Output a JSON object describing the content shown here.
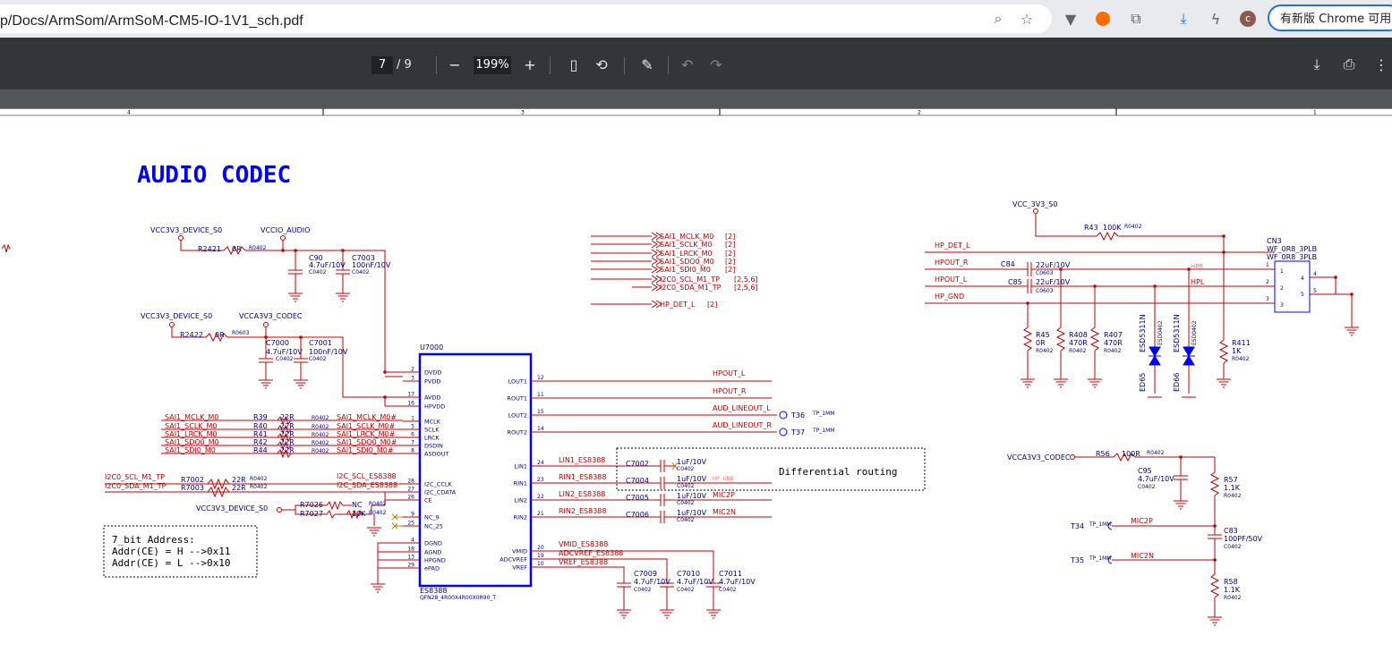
{
  "browser": {
    "url": "p/Docs/ArmSom/ArmSoM-CM5-IO-1V1_sch.pdf",
    "update_label": "有新版 Chrome 可用",
    "profile_initial": "c",
    "icons": [
      "zoom-icon",
      "bookmark-star-icon",
      "vivaldi-icon",
      "extension-orange-icon",
      "extensions-puzzle-icon",
      "download-icon",
      "bolt-icon",
      "profile-avatar-icon"
    ]
  },
  "pdf": {
    "page_current": "7",
    "page_total": "/ 9",
    "zoom": "199%",
    "icons": [
      "zoom-out-icon",
      "zoom-in-icon",
      "fit-page-icon",
      "rotate-icon",
      "annotate-icon",
      "undo-icon",
      "redo-icon",
      "download-icon",
      "print-icon",
      "more-icon"
    ]
  },
  "schematic": {
    "title": "AUDIO CODEC",
    "border_labels": [
      "4",
      "3",
      "2",
      "1"
    ],
    "power": {
      "vcc3v3_device_s0": "VCC3V3_DEVICE_S0",
      "vccio_audio": "VCCIO_AUDIO",
      "vcca3v3_codec": "VCCA3V3_CODEC",
      "vcc_3v3_s0": "VCC_3V3_S0"
    },
    "ic": {
      "ref": "U7000",
      "part": "ES8388",
      "footprint": "QFN28_4R00X4R00X0R90_T",
      "left_pins": [
        {
          "num": "2",
          "name": "DVDD"
        },
        {
          "num": "3",
          "name": "PVDD"
        },
        {
          "num": "17",
          "name": "AVDD"
        },
        {
          "num": "16",
          "name": "HPVDD"
        },
        {
          "num": "1",
          "name": "MCLK"
        },
        {
          "num": "5",
          "name": "SCLK"
        },
        {
          "num": "6",
          "name": "LRCK"
        },
        {
          "num": "7",
          "name": "DSDIN"
        },
        {
          "num": "8",
          "name": "ASDOUT"
        },
        {
          "num": "28",
          "name": "I2C_CCLK"
        },
        {
          "num": "27",
          "name": "I2C_CDATA"
        },
        {
          "num": "26",
          "name": "CE"
        },
        {
          "num": "9",
          "name": "NC_9"
        },
        {
          "num": "25",
          "name": "NC_25"
        },
        {
          "num": "4",
          "name": "DGND"
        },
        {
          "num": "18",
          "name": "AGND"
        },
        {
          "num": "13",
          "name": "HPGND"
        },
        {
          "num": "29",
          "name": "ePAD"
        }
      ],
      "right_pins": [
        {
          "num": "12",
          "name": "LOUT1"
        },
        {
          "num": "11",
          "name": "ROUT1"
        },
        {
          "num": "15",
          "name": "LOUT2"
        },
        {
          "num": "14",
          "name": "ROUT2"
        },
        {
          "num": "24",
          "name": "LIN1"
        },
        {
          "num": "23",
          "name": "RIN1"
        },
        {
          "num": "22",
          "name": "LIN2"
        },
        {
          "num": "21",
          "name": "RIN2"
        },
        {
          "num": "20",
          "name": "VMID"
        },
        {
          "num": "19",
          "name": "ADCVREF"
        },
        {
          "num": "10",
          "name": "VREF"
        }
      ]
    },
    "caps_top": [
      {
        "ref": "C90",
        "val": "4.7uF/10V",
        "pkg": "C0402"
      },
      {
        "ref": "C7003",
        "val": "100nF/10V",
        "pkg": "C0402"
      },
      {
        "ref": "C7000",
        "val": "4.7uF/10V",
        "pkg": "C0402"
      },
      {
        "ref": "C7001",
        "val": "100nF/10V",
        "pkg": "C0402"
      }
    ],
    "resistors": [
      {
        "ref": "R2421",
        "val": "0R",
        "pkg": "R0402"
      },
      {
        "ref": "R2422",
        "val": "0R",
        "pkg": "R0603"
      }
    ],
    "sai_nets": [
      "SAI1_MCLK_M0",
      "SAI1_SCLK_M0",
      "SAI1_LRCK_M0",
      "SAI1_SDO0_M0",
      "SAI1_SDI0_M0"
    ],
    "sai_series": [
      {
        "ref": "R39",
        "val": "22R",
        "pkg": "R0402",
        "net": "SAI1_MCLK_M0#"
      },
      {
        "ref": "R40",
        "val": "22R",
        "pkg": "R0402",
        "net": "SAI1_SCLK_M0#"
      },
      {
        "ref": "R41",
        "val": "22R",
        "pkg": "R0402",
        "net": "SAI1_LRCK_M0#"
      },
      {
        "ref": "R42",
        "val": "22R",
        "pkg": "R0402",
        "net": "SAI1_SDO0_M0#"
      },
      {
        "ref": "R44",
        "val": "22R",
        "pkg": "R0402",
        "net": "SAI1_SDI0_M0#"
      }
    ],
    "offpage": [
      {
        "net": "SAI1_MCLK_M0",
        "pages": "[2]"
      },
      {
        "net": "SAI1_SCLK_M0",
        "pages": "[2]"
      },
      {
        "net": "SAI1_LRCK_M0",
        "pages": "[2]"
      },
      {
        "net": "SAI1_SDO0_M0",
        "pages": "[2]"
      },
      {
        "net": "SAI1_SDI0_M0",
        "pages": "[2]"
      },
      {
        "net": "I2C0_SCL_M1_TP",
        "pages": "[2,5,6]"
      },
      {
        "net": "I2C0_SDA_M1_TP",
        "pages": "[2,5,6]"
      },
      {
        "net": "HP_DET_L",
        "pages": "[2]"
      }
    ],
    "i2c": {
      "scl_in": "I2C0_SCL_M1_TP",
      "sda_in": "I2C0_SDA_M1_TP",
      "r_scl": {
        "ref": "R7002",
        "val": "22R",
        "pkg": "R0402"
      },
      "r_sda": {
        "ref": "R7003",
        "val": "22R",
        "pkg": "R0402"
      },
      "scl_out": "I2C_SCL_ES8388",
      "sda_out": "I2C_SDA_ES8388"
    },
    "ce": {
      "r7026": {
        "ref": "R7026",
        "val": "NC",
        "pkg": "R0402"
      },
      "r7027": {
        "ref": "R7027",
        "val": "10K",
        "pkg": "R0402"
      }
    },
    "address_note": [
      "7_bit  Address:",
      "Addr(CE) = H -->0x11",
      "Addr(CE) = L -->0x10"
    ],
    "outputs": [
      {
        "net": "HPOUT_L"
      },
      {
        "net": "HPOUT_R"
      },
      {
        "net": "AUD_LINEOUT_L",
        "tp": "T36",
        "tp_type": "TP_1MM"
      },
      {
        "net": "AUD_LINEOUT_R",
        "tp": "T37",
        "tp_type": "TP_1MM"
      }
    ],
    "inputs": [
      {
        "net": "LIN1_ES8388",
        "cap": "C7002",
        "val": "1uF/10V",
        "pkg": "C0402",
        "far": ""
      },
      {
        "net": "RIN1_ES8388",
        "cap": "C7004",
        "val": "1uF/10V",
        "pkg": "C0402",
        "far": "HP_GND"
      },
      {
        "net": "LIN2_ES8388",
        "cap": "C7005",
        "val": "1uF/10V",
        "pkg": "C0402",
        "far": "MIC2P"
      },
      {
        "net": "RIN2_ES8388",
        "cap": "C7006",
        "val": "1uF/10V",
        "pkg": "C0402",
        "far": "MIC2N"
      }
    ],
    "diff_note": "Differential  routing",
    "vref_nets": [
      {
        "net": "VMID_ES8388",
        "cap": "C7009",
        "val": "4.7uF/10V",
        "pkg": "C0402"
      },
      {
        "net": "ADCVREF_ES8388",
        "cap": "C7010",
        "val": "4.7uF/10V",
        "pkg": "C0402"
      },
      {
        "net": "VREF_ES8388",
        "cap": "C7011",
        "val": "4.7uF/10V",
        "pkg": "C0402"
      }
    ],
    "headphone": {
      "nets": [
        "HP_DET_L",
        "HPOUT_R",
        "HPOUT_L",
        "HP_GND"
      ],
      "r43": {
        "ref": "R43",
        "val": "100K",
        "pkg": "R0402"
      },
      "c84": {
        "ref": "C84",
        "val": "22uF/10V",
        "pkg": "C0603"
      },
      "c85": {
        "ref": "C85",
        "val": "22uF/10V",
        "pkg": "C0603"
      },
      "hpr": "HPR",
      "hpl": "HPL",
      "r45": {
        "ref": "R45",
        "val": "0R",
        "pkg": "R0402"
      },
      "r408": {
        "ref": "R408",
        "val": "470R",
        "pkg": "R0402"
      },
      "r407": {
        "ref": "R407",
        "val": "470R",
        "pkg": "R0402"
      },
      "ed65": {
        "ref": "ED65",
        "part": "ESD5311N",
        "pkg": "ESD0402"
      },
      "ed66": {
        "ref": "ED66",
        "part": "ESD5311N",
        "pkg": "ESD0402"
      },
      "r411": {
        "ref": "R411",
        "val": "1K",
        "pkg": "R0402"
      },
      "cn3": {
        "ref": "CN3",
        "part1": "WF_0R8_3PLB",
        "part2": "WF_0R8_3PLB",
        "pins": [
          "1",
          "2",
          "3",
          "4",
          "5"
        ]
      }
    },
    "mic": {
      "r56": {
        "ref": "R56",
        "val": "100R",
        "pkg": "R0402"
      },
      "c95": {
        "ref": "C95",
        "val": "4.7uF/10V",
        "pkg": "C0402"
      },
      "r57": {
        "ref": "R57",
        "val": "1.1K",
        "pkg": "R0402"
      },
      "c83": {
        "ref": "C83",
        "val": "100PF/50V",
        "pkg": "C0402"
      },
      "r58": {
        "ref": "R58",
        "val": "1.1K",
        "pkg": "R0402"
      },
      "t34": {
        "ref": "T34",
        "type": "TP_1MM",
        "net": "MIC2P"
      },
      "t35": {
        "ref": "T35",
        "type": "TP_1MM",
        "net": "MIC2N"
      }
    },
    "colors": {
      "wire": "#c00000",
      "ic": "#0000ff",
      "label": "#c00000",
      "text": "#000080",
      "title": "#0000ff"
    }
  }
}
